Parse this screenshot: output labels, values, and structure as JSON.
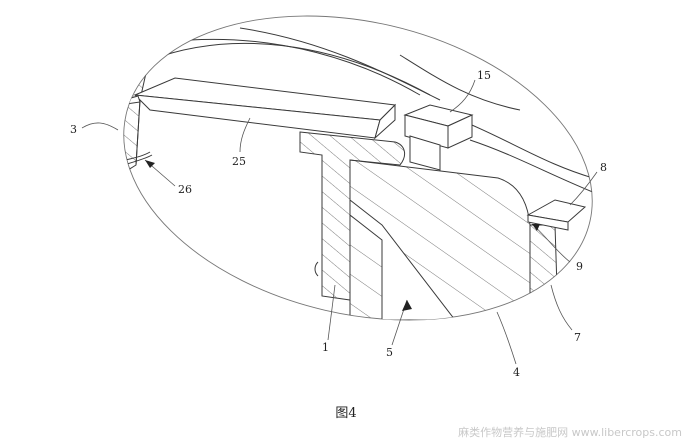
{
  "figure": {
    "caption": "图4",
    "watermark": "麻类作物营养与施肥网 www.libercrops.com",
    "part_labels": {
      "p1": "1",
      "p3": "3",
      "p4": "4",
      "p5": "5",
      "p7": "7",
      "p8": "8",
      "p9": "9",
      "p15": "15",
      "p25": "25",
      "p26": "26"
    }
  },
  "colors": {
    "line": "#3a3a3a",
    "leader": "#555555",
    "hatch": "#5a5a5a",
    "background": "#ffffff"
  }
}
